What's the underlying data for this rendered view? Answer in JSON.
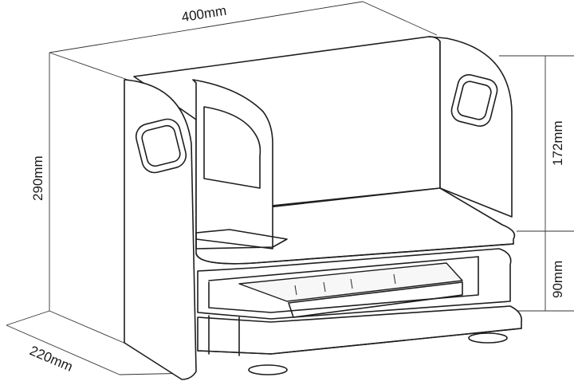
{
  "figure": {
    "subject": "desktop-organizer-shelf",
    "dimensions": {
      "width": "400mm",
      "height_total": "290mm",
      "depth": "220mm",
      "height_upper": "172mm",
      "height_lower": "90mm"
    }
  }
}
